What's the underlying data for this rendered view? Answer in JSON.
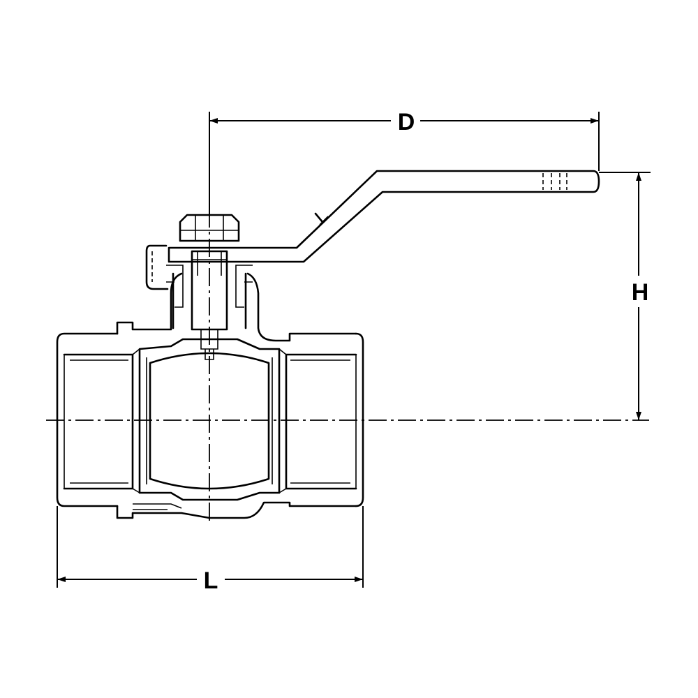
{
  "diagram": {
    "dimension_labels": {
      "D": "D",
      "H": "H",
      "L": "L"
    },
    "line_color": "#000000",
    "background_color": "#ffffff"
  }
}
